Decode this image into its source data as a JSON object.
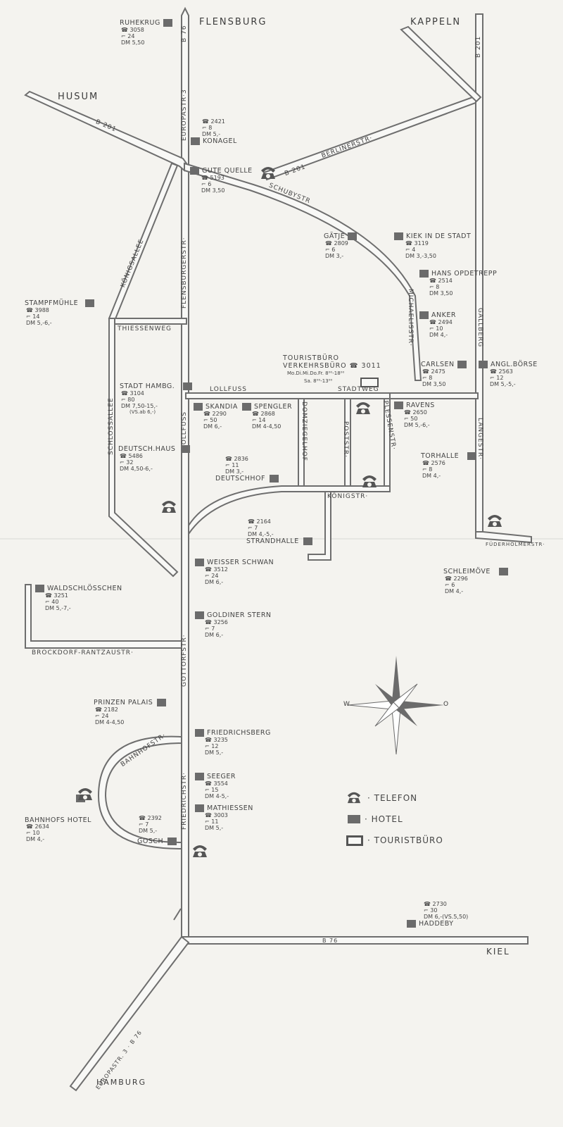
{
  "cities": {
    "flensburg": "FLENSBURG",
    "kappeln": "KAPPELN",
    "husum": "HUSUM",
    "kiel": "KIEL",
    "hamburg": "HAMBURG"
  },
  "roads": {
    "b201_west": "B 201",
    "b201_east": "B 201",
    "b201_north": "B 201",
    "b76_north": "B 76",
    "b76_south": "B 76",
    "b76_sw": "EUROPASTR. 3 · B 76",
    "europastr3": "EUROPASTR·3",
    "berlinerstr": "BERLINERSTR·",
    "schubystr": "SCHUBYSTR",
    "koenigsallee": "KÖNIGSALLEE",
    "flensburgerstr": "FLENSBURGERSTR·",
    "michaelisstr": "MICHAELISSTR·",
    "gallberg": "GALLBERG",
    "thiessenweg": "THIESSENWEG",
    "lollfuss": "LOLLFUSS",
    "stadtweg": "STADTWEG",
    "domziegelhof": "DOMZIEGELHOF",
    "poststr": "POSTSTR·",
    "plessenstr": "PLESSENSTR·",
    "koenigstr": "KÖNIGSTR·",
    "langestr": "LANGESTR·",
    "schlossallee": "SCHLOSSALLEE",
    "lollfuss_v": "LOLLFUSS",
    "gottorfstr": "GOTTORFSTR·",
    "brockdorf": "BROCKDORF-RANTZAUSTR·",
    "bahnhofstr": "BAHNHOFSTR·",
    "friedrichstr": "FRIEDRICHSTR·",
    "holmerstr": "FÜDERHOLMERSTR·"
  },
  "hotels": {
    "ruhekrug": {
      "name": "RUHEKRUG",
      "tel": "☎ 3058",
      "beds": "⌐ 24",
      "price": "DM 5,50"
    },
    "konagel": {
      "name": "KONAGEL",
      "tel": "☎ 2421",
      "beds": "⌐ 8",
      "price": "DM 5,-"
    },
    "gutequelle": {
      "name": "GUTE QUELLE",
      "tel": "☎ 5193",
      "beds": "⌐ 6",
      "price": "DM 3,50"
    },
    "gatje": {
      "name": "GÄTJE",
      "tel": "☎ 2809",
      "beds": "⌐ 6",
      "price": "DM 3,-"
    },
    "kiek": {
      "name": "KIEK IN DE STADT",
      "tel": "☎ 3119",
      "beds": "⌐ 4",
      "price": "DM 3,-3,50"
    },
    "hans": {
      "name": "HANS OPDETREPP",
      "tel": "☎ 2514",
      "beds": "⌐ 8",
      "price": "DM 3,50"
    },
    "anker": {
      "name": "ANKER",
      "tel": "☎ 2494",
      "beds": "⌐ 10",
      "price": "DM 4,-"
    },
    "carlsen": {
      "name": "CARLSEN",
      "tel": "☎ 2475",
      "beds": "⌐ 8",
      "price": "DM 3,50"
    },
    "anglboerse": {
      "name": "ANGL.BÖRSE",
      "tel": "☎ 2563",
      "beds": "⌐ 12",
      "price": "DM 5,-5,-"
    },
    "stampfmuehle": {
      "name": "STAMPFMÜHLE",
      "tel": "☎ 3988",
      "beds": "⌐ 14",
      "price": "DM 5,-6,-"
    },
    "stadthambg": {
      "name": "STADT HAMBG.",
      "tel": "☎ 3104",
      "beds": "⌐ 80",
      "price": "DM 7,50-15,-",
      "note": "(VS.ab 6,-)"
    },
    "deutschhaus": {
      "name": "DEUTSCH.HAUS",
      "tel": "☎ 5486",
      "beds": "⌐ 32",
      "price": "DM 4,50-6,-"
    },
    "skandia": {
      "name": "SKANDIA",
      "tel": "☎ 2290",
      "beds": "⌐ 50",
      "price": "DM 6,-"
    },
    "spengler": {
      "name": "SPENGLER",
      "tel": "☎ 2868",
      "beds": "⌐ 14",
      "price": "DM 4-4,50"
    },
    "deutschhof": {
      "name": "DEUTSCHHOF",
      "tel": "☎ 2836",
      "beds": "⌐ 11",
      "price": "DM 3,-"
    },
    "ravens": {
      "name": "RAVENS",
      "tel": "☎ 2650",
      "beds": "⌐ 50",
      "price": "DM 5,-6,-"
    },
    "torhalle": {
      "name": "TORHALLE",
      "tel": "☎ 2576",
      "beds": "⌐ 8",
      "price": "DM 4,-"
    },
    "strandhalle": {
      "name": "STRANDHALLE",
      "tel": "☎ 2164",
      "beds": "⌐ 7",
      "price": "DM 4,-5,-"
    },
    "weisserschwan": {
      "name": "WEISSER SCHWAN",
      "tel": "☎ 3512",
      "beds": "⌐ 24",
      "price": "DM 6,-"
    },
    "schleimoewe": {
      "name": "SCHLEIMÖVE",
      "tel": "☎ 2296",
      "beds": "⌐ 6",
      "price": "DM 4,-"
    },
    "waldschloesschen": {
      "name": "WALDSCHLÖSSCHEN",
      "tel": "☎ 3251",
      "beds": "⌐ 40",
      "price": "DM 5,-7,-"
    },
    "goldinerstern": {
      "name": "GOLDINER STERN",
      "tel": "☎ 3256",
      "beds": "⌐ 7",
      "price": "DM 6,-"
    },
    "prinzenpalais": {
      "name": "PRINZEN PALAIS",
      "tel": "☎ 2182",
      "beds": "⌐ 24",
      "price": "DM 4-4,50"
    },
    "friedrichsberg": {
      "name": "FRIEDRICHSBERG",
      "tel": "☎ 3235",
      "beds": "⌐ 12",
      "price": "DM 5,-"
    },
    "seeger": {
      "name": "SEEGER",
      "tel": "☎ 3554",
      "beds": "⌐ 15",
      "price": "DM 4-5,-"
    },
    "mathiessen": {
      "name": "MATHIESSEN",
      "tel": "☎ 3003",
      "beds": "⌐ 11",
      "price": "DM 5,-"
    },
    "bahnhofshotel": {
      "name": "BAHNHOFS HOTEL",
      "tel": "☎ 2634",
      "beds": "⌐ 10",
      "price": "DM 4,-"
    },
    "gosch": {
      "name": "GOSCH",
      "tel": "☎ 2392",
      "beds": "⌐ 7",
      "price": "DM 5,-"
    },
    "haddeby": {
      "name": "HADDEBY",
      "tel": "☎ 2730",
      "beds": "⌐ 30",
      "price": "DM 6,-(VS.5,50)"
    }
  },
  "touristbuero": {
    "line1": "TOURISTBÜRO",
    "line2": "VERKEHRSBÜRO ☎ 3011",
    "hours1": "Mo.Di.Mi.Do.Fr. 8⁰⁰-18⁰⁰",
    "hours2": "Sa. 8⁰⁰-13⁰⁰"
  },
  "compass": {
    "west": "W",
    "east": "O"
  },
  "legend": {
    "telefon": "· TELEFON",
    "hotel": "· HOTEL",
    "touristbuero": "· TOURISTBÜRO"
  },
  "colors": {
    "ink": "#6b6b6b",
    "paper": "#f4f3ef"
  }
}
